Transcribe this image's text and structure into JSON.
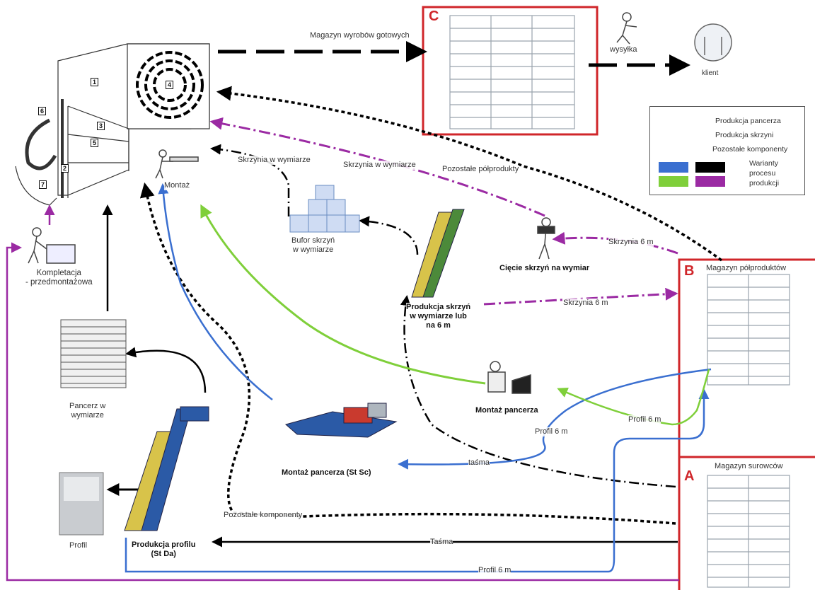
{
  "zones": {
    "A": {
      "letter": "A",
      "title": "Magazyn surowców"
    },
    "B": {
      "letter": "B",
      "title": "Magazyn półproduktów"
    },
    "C": {
      "letter": "C",
      "title": "Magazyn wyrobów gotowych"
    }
  },
  "nodes": {
    "wysylka": "wysyłka",
    "klient": "klient",
    "montaz": "Montaż",
    "bufor": [
      "Bufor skrzyń",
      "w wymiarze"
    ],
    "kompletacja": [
      "Kompletacja",
      "- przedmontażowa"
    ],
    "ciecie": "Cięcie skrzyń na wymiar",
    "produkcja_skrzyn": [
      "Produkcja skrzyń",
      "w wymiarze lub",
      "na 6 m"
    ],
    "pancerz_w_wymiarze": [
      "Pancerz w",
      "wymiarze"
    ],
    "montaz_pancerza": "Montaż pancerza",
    "montaz_pancerza_st": "Montaż pancerza (St Sc)",
    "profil": "Profil",
    "produkcja_profilu": [
      "Produkcja profilu",
      "(St Da)"
    ]
  },
  "flow_labels": {
    "skrzynia_wymiar_1": "Skrzynia w wymiarze",
    "skrzynia_wymiar_2": "Skrzynia w wymiarze",
    "pozostale_polprodukty": "Pozostałe półprodukty",
    "skrzynia_6m_1": "Skrzynia 6 m",
    "skrzynia_6m_2": "Skrzynia 6 m",
    "profil_6m_1": "Profil 6 m",
    "profil_6m_2": "Profil 6 m",
    "profil_6m_3": "Profil 6 m",
    "tasma_1": "taśma",
    "tasma_2": "Taśma",
    "pozostale_komponenty": "Pozostałe komponenty"
  },
  "shutter_numbers": [
    "1",
    "2",
    "3",
    "4",
    "5",
    "6",
    "7"
  ],
  "legend": {
    "items": [
      "Produkcja pancerza",
      "Produkcja skrzyni",
      "Pozostałe komponenty"
    ],
    "variants": [
      "Warianty",
      "procesu",
      "produkcji"
    ],
    "colors": {
      "blue": "#3a6fd0",
      "black": "#000000",
      "green": "#7fcf3a",
      "purple": "#9b2aa3"
    }
  },
  "colors": {
    "zone_red": "#d0262a",
    "blue": "#3a6fd0",
    "green": "#7fcf3a",
    "purple": "#9b2aa3",
    "black": "#000000"
  }
}
